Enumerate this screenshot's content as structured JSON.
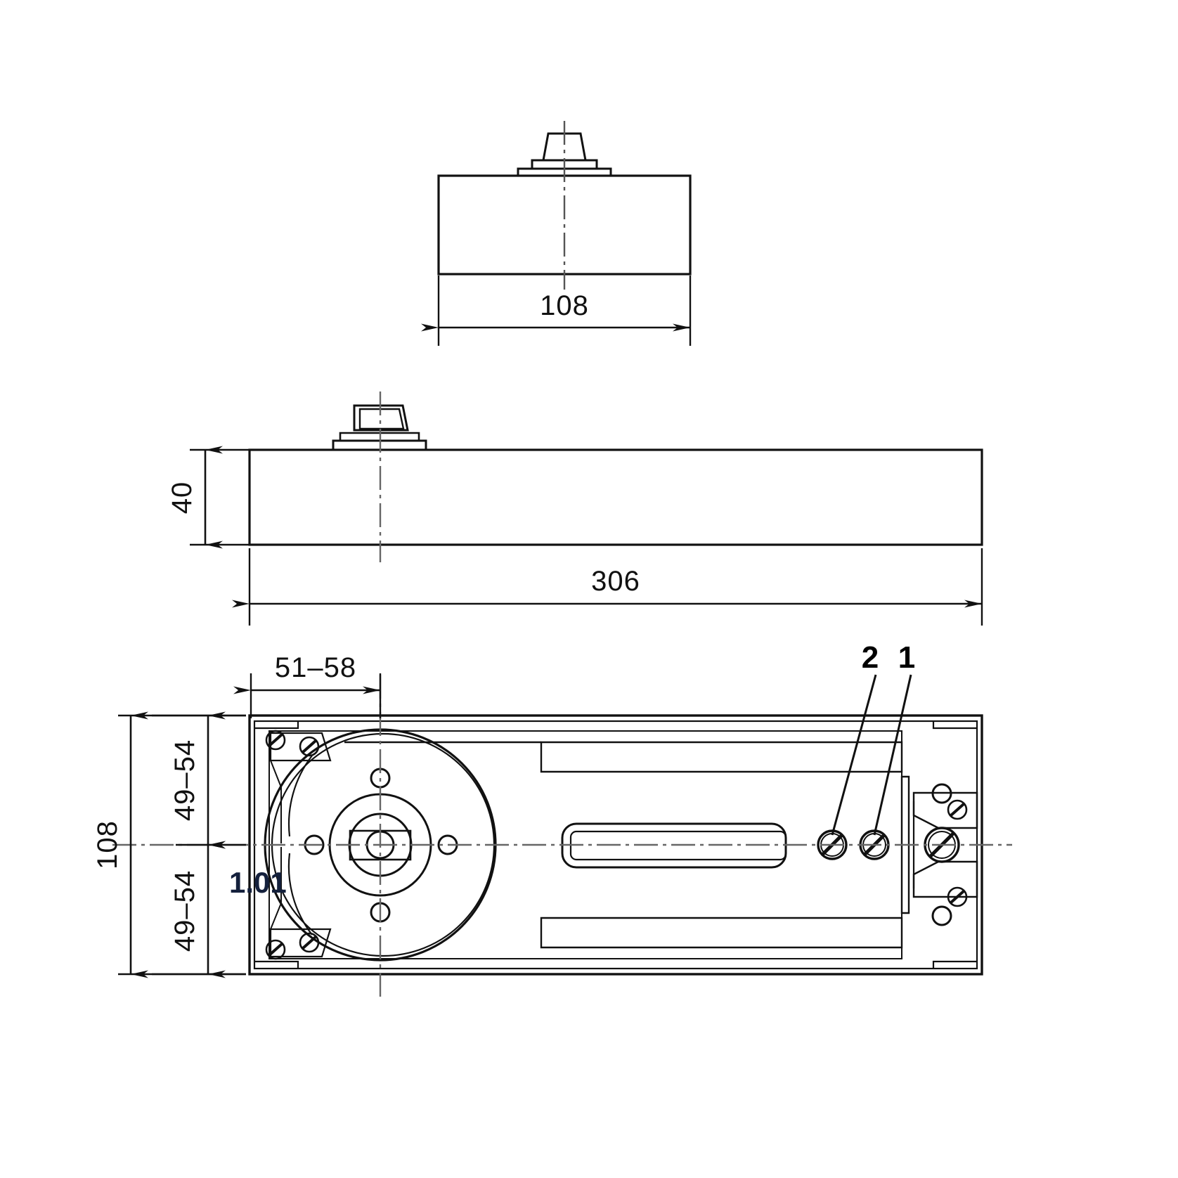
{
  "drawing": {
    "title": "Floor spring / floor hinge technical drawing",
    "background_color": "#ffffff",
    "line_color": "#111111",
    "mark_color": "#14203c",
    "views": [
      {
        "name": "end-elevation",
        "label": ""
      },
      {
        "name": "side-elevation",
        "label": ""
      },
      {
        "name": "plan-view",
        "label": ""
      }
    ]
  },
  "dimensions": {
    "end_view_width": "108",
    "side_view_height": "40",
    "side_view_length": "306",
    "plan_pivot_offset": "51‒58",
    "plan_total_width": "108",
    "plan_half_top": "49‒54",
    "plan_half_bottom": "49‒54"
  },
  "callouts": {
    "item_two": "2",
    "item_one": "1"
  },
  "marks": {
    "revision": "1.01"
  }
}
